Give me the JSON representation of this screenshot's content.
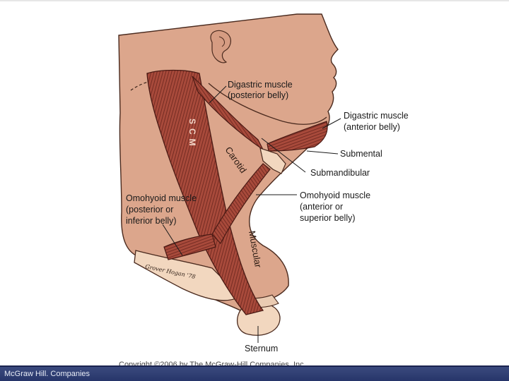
{
  "labels": {
    "digastric_post": [
      "Digastric muscle",
      "(posterior belly)"
    ],
    "digastric_ant": [
      "Digastric muscle",
      "(anterior belly)"
    ],
    "submental": "Submental",
    "submandibular": "Submandibular",
    "omohyoid_ant": [
      "Omohyoid muscle",
      "(anterior or",
      "superior belly)"
    ],
    "omohyoid_post": [
      "Omohyoid muscle",
      "(posterior or",
      "inferior belly)"
    ],
    "sternum": "Sternum"
  },
  "regions": {
    "scm": "SCM",
    "carotid": "Carotid",
    "muscular": "Muscular"
  },
  "artist_signature": "Grover Hogan '78",
  "copyright": "Copyright ©2006 by The McGraw-Hill Companies, Inc.",
  "footer": "McGraw Hill. Companies",
  "colors": {
    "skin": "#dca68c",
    "muscle": "#a4493a",
    "muscle_dark": "#6e2a22",
    "bone": "#f2d7bf",
    "footer": "#2f3d74"
  }
}
